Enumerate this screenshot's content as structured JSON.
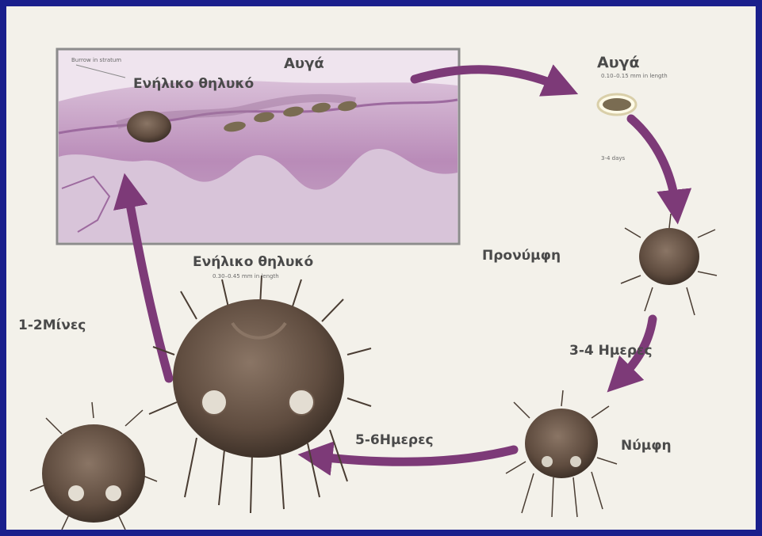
{
  "labels": {
    "skin_eggs": "Αυγά",
    "skin_adult_female": "Ενήλικο θηλυκό",
    "skin_caption": "Burrow in stratum",
    "eggs": "Αυγά",
    "eggs_size": "0.10–0.15 mm in length",
    "eggs_time": "3-4 days",
    "larva": "Προνύμφη",
    "larva_to_nymph": "3-4 Ημερες",
    "nymph": "Νύμφη",
    "nymph_to_adult": "5-6Ημερες",
    "adult_female": "Ενήλικο θηλυκό",
    "adult_size": "0.30–0.45 mm in length",
    "adult_to_skin": "1-2Μίνες"
  },
  "colors": {
    "arrow": "#7d3a78",
    "skin": "#c9a3c7",
    "skin_dark": "#9d6a9f",
    "mite": "#6e5a4c",
    "frame_bg": "#1a1f8c"
  },
  "icons": [
    "mite-adult-icon",
    "mite-nymph-icon",
    "mite-larva-icon",
    "egg-icon",
    "skin-section-icon"
  ]
}
